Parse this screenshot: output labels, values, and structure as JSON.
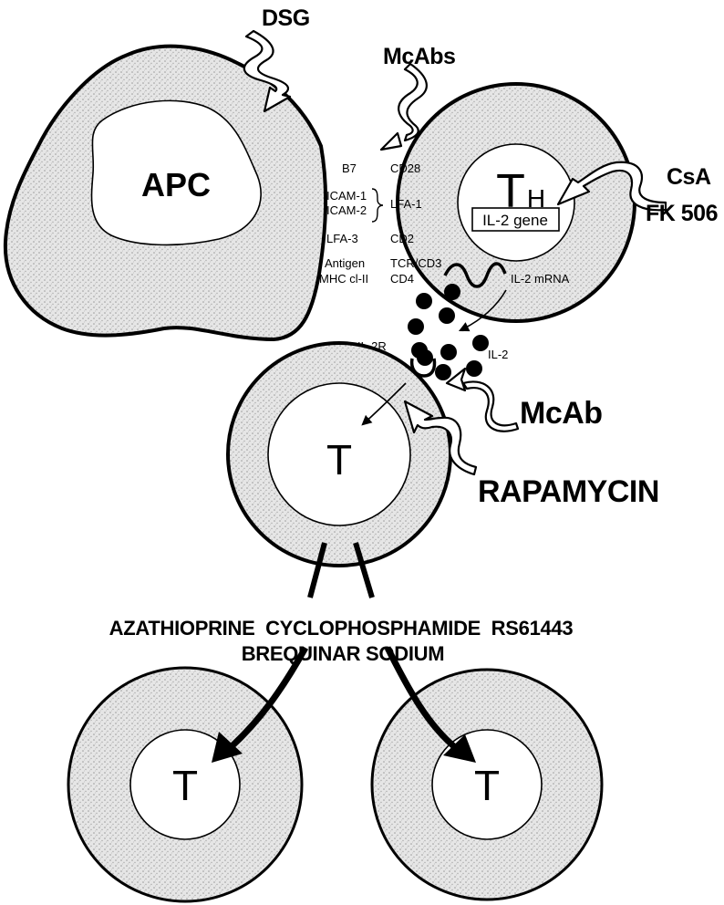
{
  "cells": {
    "apc": "APC",
    "th_main": "T",
    "th_sub": "H",
    "t_center": "T",
    "t_left": "T",
    "t_right": "T"
  },
  "drugs": {
    "dsg": "DSG",
    "mcabs": "McAbs",
    "csa": "CsA",
    "fk506": "FK 506",
    "mcab": "McAb",
    "rapamycin": "RAPAMYCIN",
    "bottom_line1": "AZATHIOPRINE  CYCLOPHOSPHAMIDE  RS61443",
    "bottom_line2": "BREQUINAR SODIUM"
  },
  "molecules": {
    "b7": "B7",
    "cd28": "CD28",
    "icam1": "ICAM-1",
    "icam2": "ICAM-2",
    "lfa1": "LFA-1",
    "lfa3": "LFA-3",
    "cd2": "CD2",
    "antigen": "Antigen",
    "mhc": "MHC cl-II",
    "tcr": "TCR/CD3",
    "cd4": "CD4",
    "il2_mrna": "IL-2 mRNA",
    "il2_gene": "IL-2 gene",
    "il2r": "IL-2R",
    "il2": "IL-2"
  }
}
